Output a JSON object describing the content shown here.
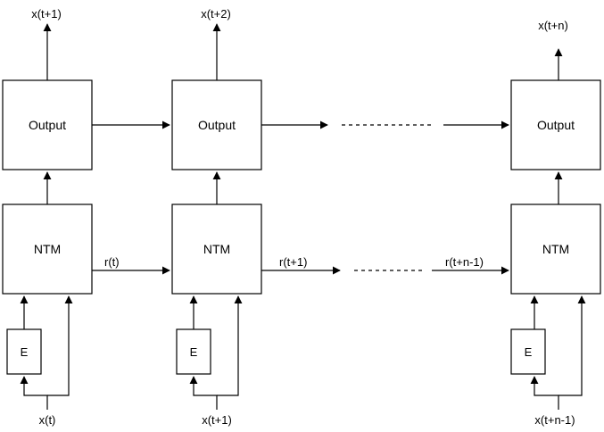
{
  "columns": [
    {
      "output_label": "Output",
      "ntm_label": "NTM",
      "e_label": "E",
      "top_label": "x(t+1)",
      "bottom_label": "x(t)",
      "read_label": "r(t)"
    },
    {
      "output_label": "Output",
      "ntm_label": "NTM",
      "e_label": "E",
      "top_label": "x(t+2)",
      "bottom_label": "x(t+1)",
      "read_label": "r(t+1)"
    },
    {
      "output_label": "Output",
      "ntm_label": "NTM",
      "e_label": "E",
      "top_label": "x(t+n)",
      "bottom_label": "x(t+n-1)",
      "read_label": "r(t+n-1)"
    }
  ]
}
